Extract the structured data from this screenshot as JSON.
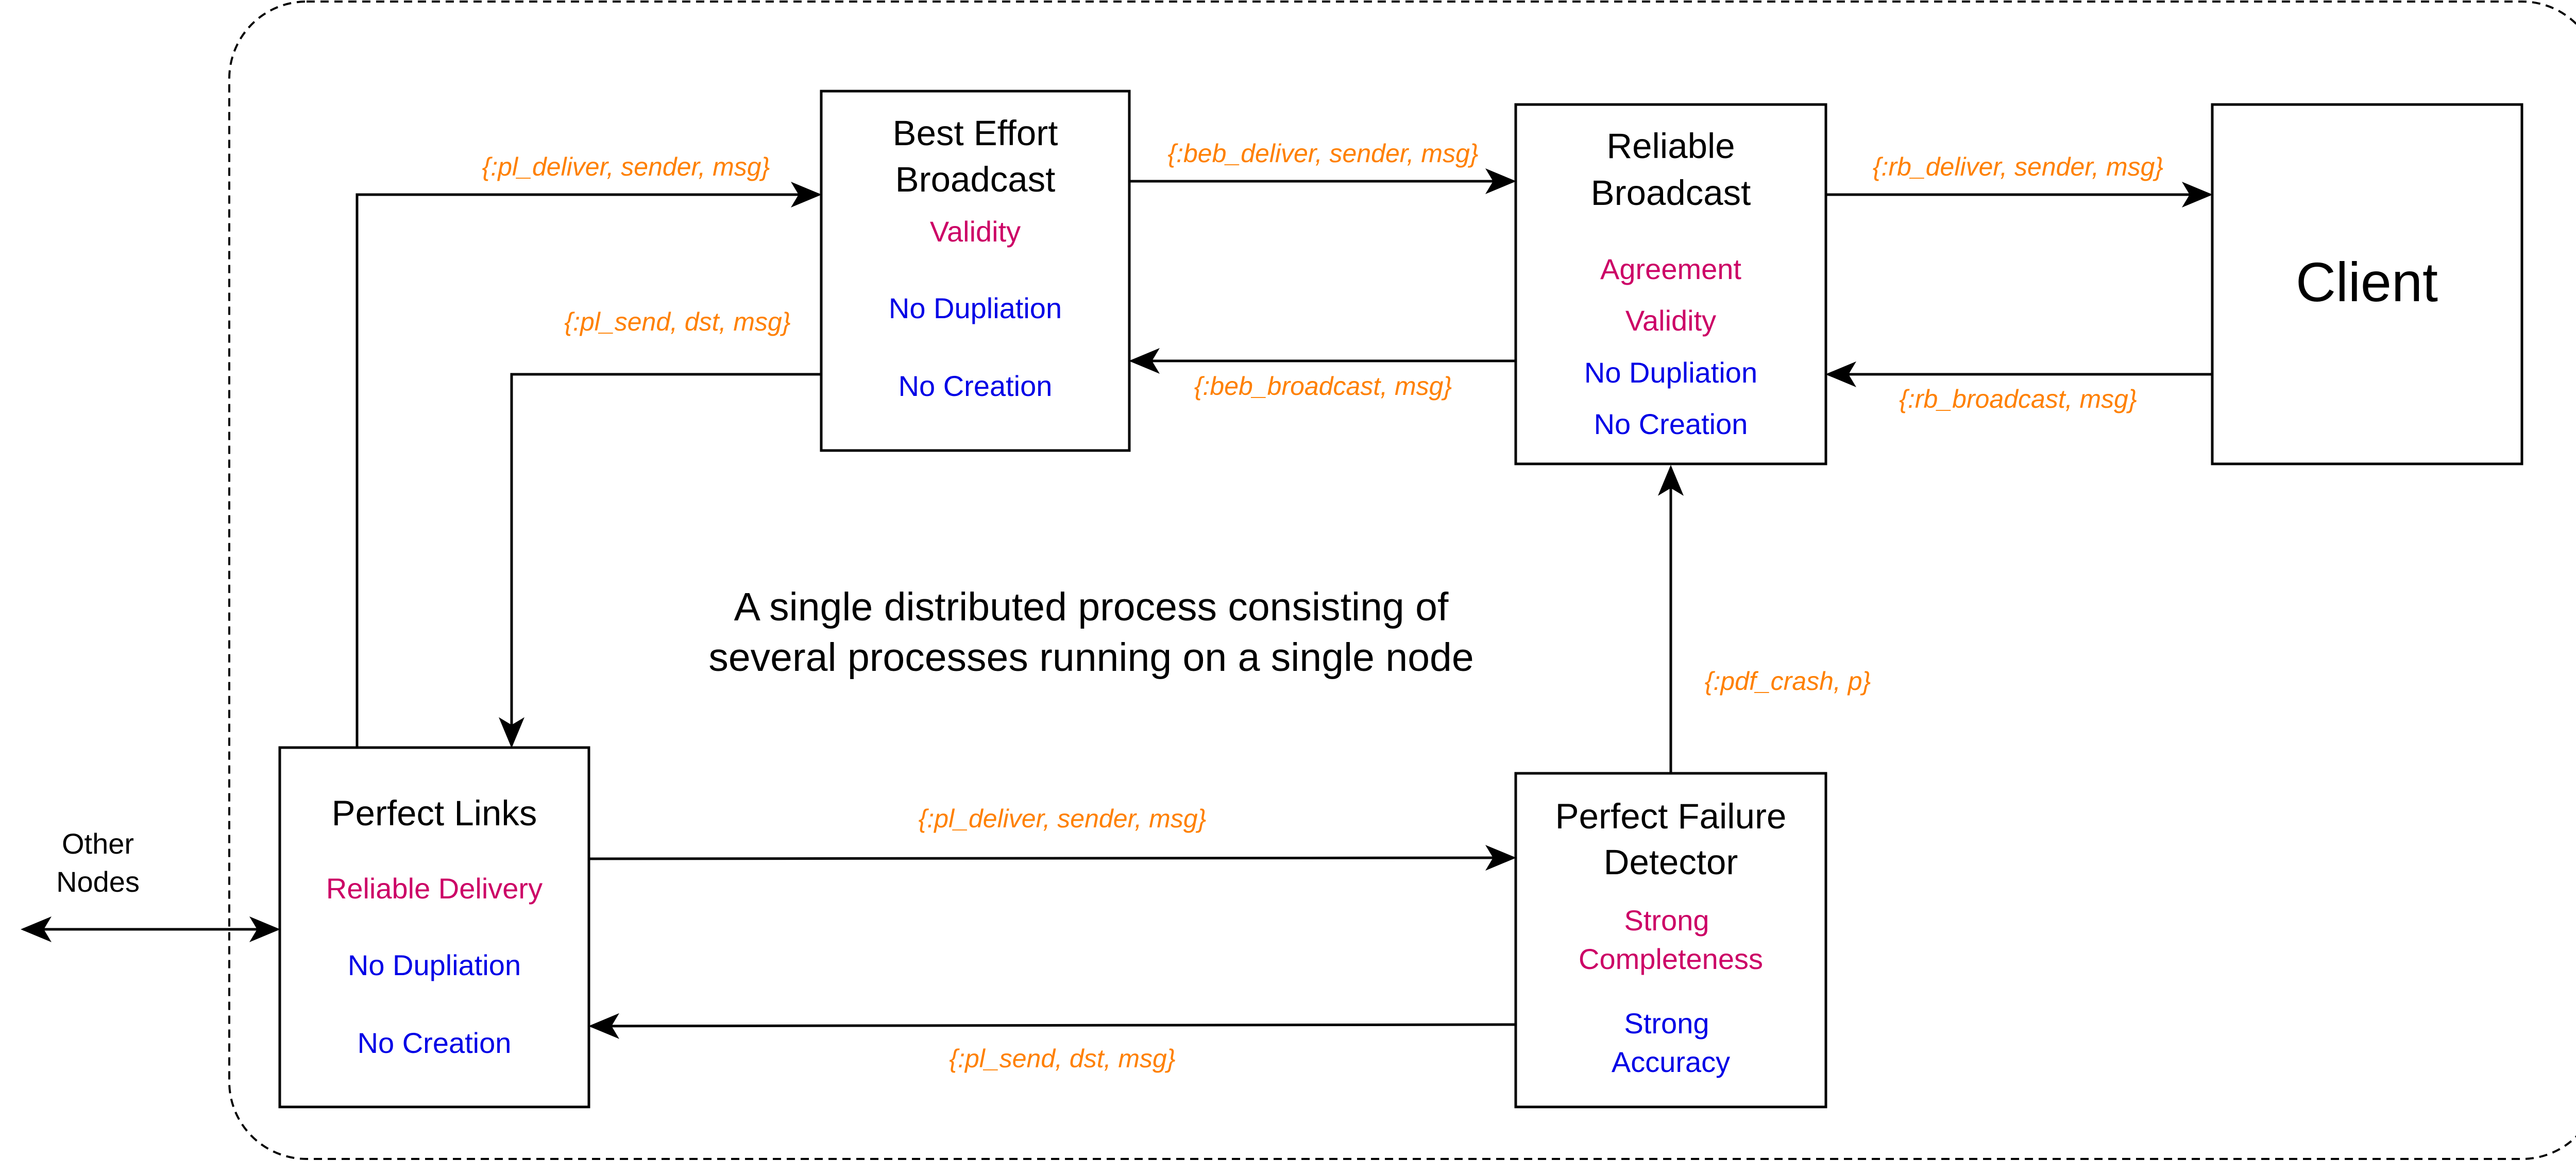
{
  "boundary": {
    "style": "dashed"
  },
  "colors": {
    "safety_property": "#cc0066",
    "liveness_property": "#0000e6",
    "message": "#ff8000",
    "line": "#000000"
  },
  "caption": {
    "line1": "A single distributed process consisting of",
    "line2": "several processes running on a single node"
  },
  "external": {
    "line1": "Other",
    "line2": "Nodes"
  },
  "boxes": {
    "beb": {
      "title1": "Best Effort",
      "title2": "Broadcast",
      "props": [
        "Validity",
        "No Dupliation",
        "No Creation"
      ]
    },
    "rb": {
      "title1": "Reliable",
      "title2": "Broadcast",
      "props": [
        "Agreement",
        "Validity",
        "No Dupliation",
        "No Creation"
      ]
    },
    "client": {
      "title": "Client"
    },
    "pl": {
      "title": "Perfect Links",
      "props": [
        "Reliable Delivery",
        "No Dupliation",
        "No Creation"
      ]
    },
    "pfd": {
      "title1": "Perfect Failure",
      "title2": "Detector",
      "props": [
        "Strong",
        "Completeness",
        "Strong",
        "Accuracy"
      ]
    }
  },
  "messages": {
    "pl_to_beb": "{:pl_deliver, sender, msg}",
    "beb_to_pl": "{:pl_send, dst, msg}",
    "beb_to_rb": "{:beb_deliver, sender, msg}",
    "rb_to_beb": "{:beb_broadcast, msg}",
    "rb_to_client": "{:rb_deliver, sender, msg}",
    "client_to_rb": "{:rb_broadcast, msg}",
    "pfd_to_rb": "{:pdf_crash, p}",
    "pl_to_pfd": "{:pl_deliver, sender, msg}",
    "pfd_to_pl": "{:pl_send, dst, msg}"
  }
}
